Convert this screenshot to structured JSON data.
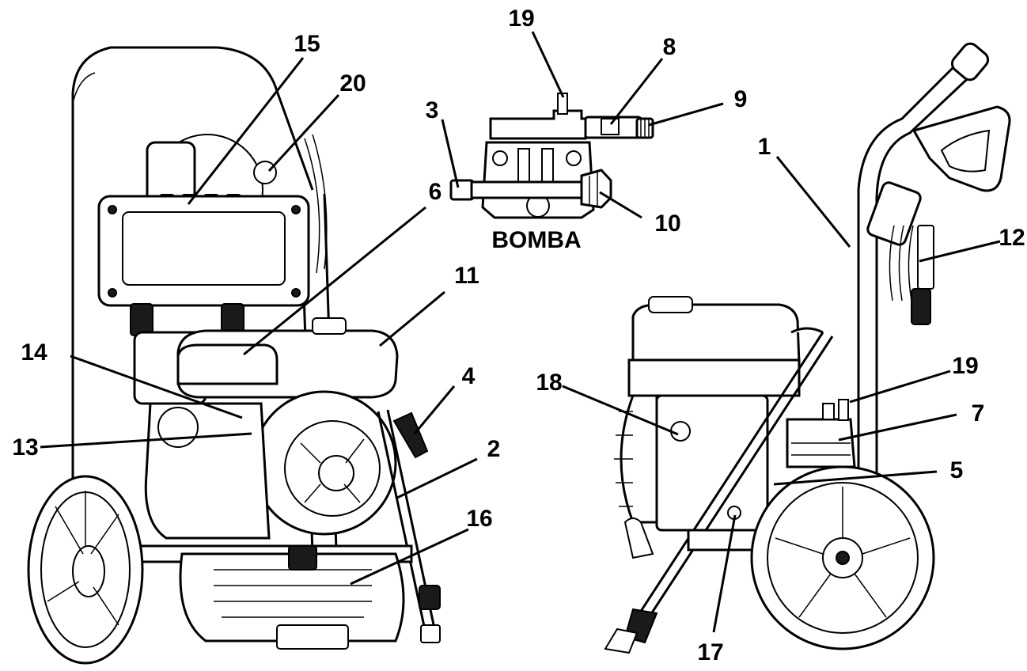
{
  "pump_title": "BOMBA",
  "callouts": {
    "c1": "1",
    "c2": "2",
    "c3": "3",
    "c4": "4",
    "c5": "5",
    "c6": "6",
    "c7": "7",
    "c8": "8",
    "c9": "9",
    "c10": "10",
    "c11": "11",
    "c12": "12",
    "c13": "13",
    "c14": "14",
    "c15": "15",
    "c16": "16",
    "c17": "17",
    "c18": "18",
    "c19_pump": "19",
    "c19_side": "19",
    "c20": "20"
  }
}
